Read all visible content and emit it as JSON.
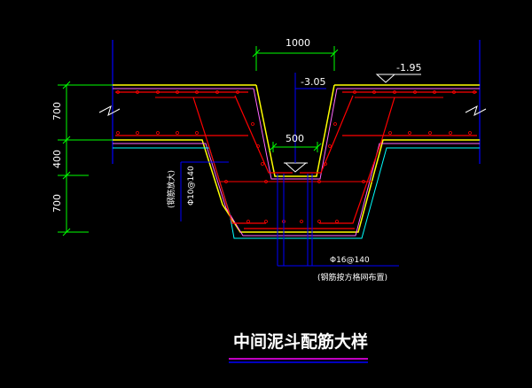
{
  "drawing": {
    "title": "中间泥斗配筋大样",
    "dimensions": {
      "top_width": "1000",
      "bottom_width": "500",
      "elevation_top": "-1.95",
      "elevation_bottom": "-3.05",
      "left_upper": "700",
      "left_mid": "400",
      "left_lower": "700"
    },
    "rebar_labels": {
      "left_spec": "Φ10@140",
      "left_note": "(钢筋放大)",
      "bottom_spec": "Φ16@140",
      "bottom_note": "(钢筋按方格网布置)"
    }
  },
  "colors": {
    "background": "#000000",
    "concrete_outline": "#ffff00",
    "inner_outline": "#ff66ff",
    "outer_outline": "#00ffff",
    "rebar": "#ff0000",
    "dimension": "#00ff00",
    "leader": "#0000ff",
    "slab_edge": "#0000ff",
    "title_underline_top": "#ff00ff",
    "title_underline_bottom": "#0000ff"
  }
}
